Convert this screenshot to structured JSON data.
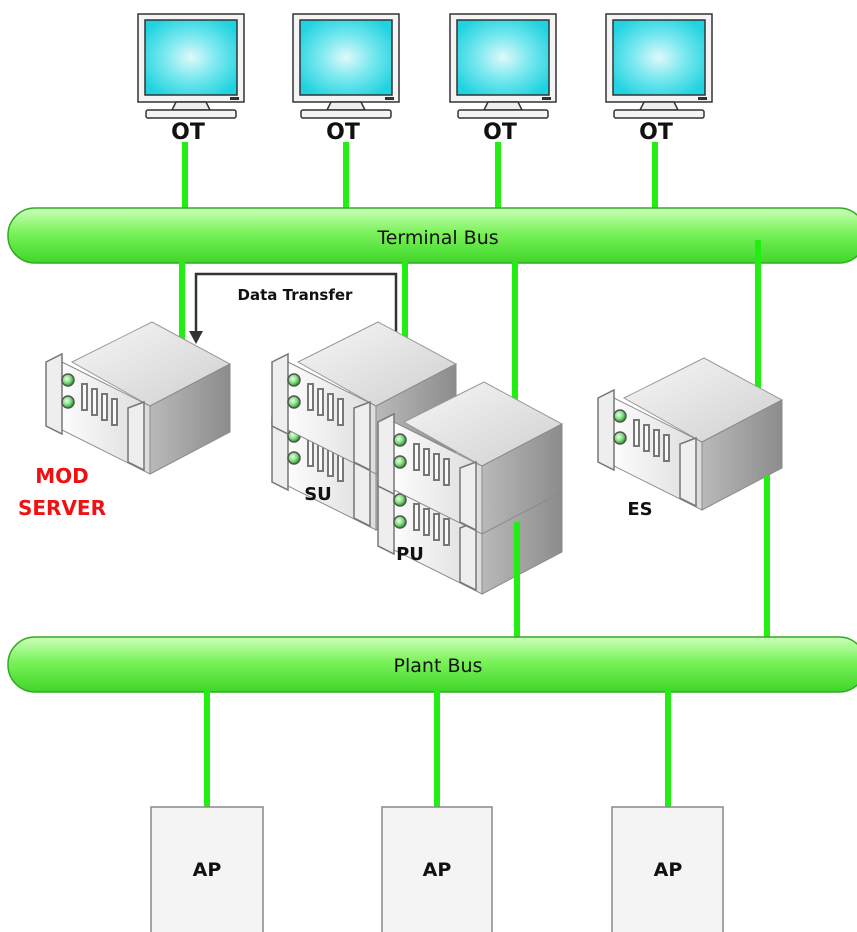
{
  "terminals": [
    {
      "label": "OT"
    },
    {
      "label": "OT"
    },
    {
      "label": "OT"
    },
    {
      "label": "OT"
    }
  ],
  "buses": {
    "terminal": "Terminal Bus",
    "plant": "Plant Bus"
  },
  "data_transfer": "Data Transfer",
  "servers": {
    "mod_line1": "MOD",
    "mod_line2": "SERVER",
    "su": "SU",
    "pu": "PU",
    "es": "ES"
  },
  "automation_processors": [
    {
      "label": "AP"
    },
    {
      "label": "AP"
    },
    {
      "label": "AP"
    }
  ],
  "colors": {
    "link": "#22ee11",
    "bus": "#66ee44",
    "mod_label": "#ee1111",
    "screen": "#33dde8"
  }
}
